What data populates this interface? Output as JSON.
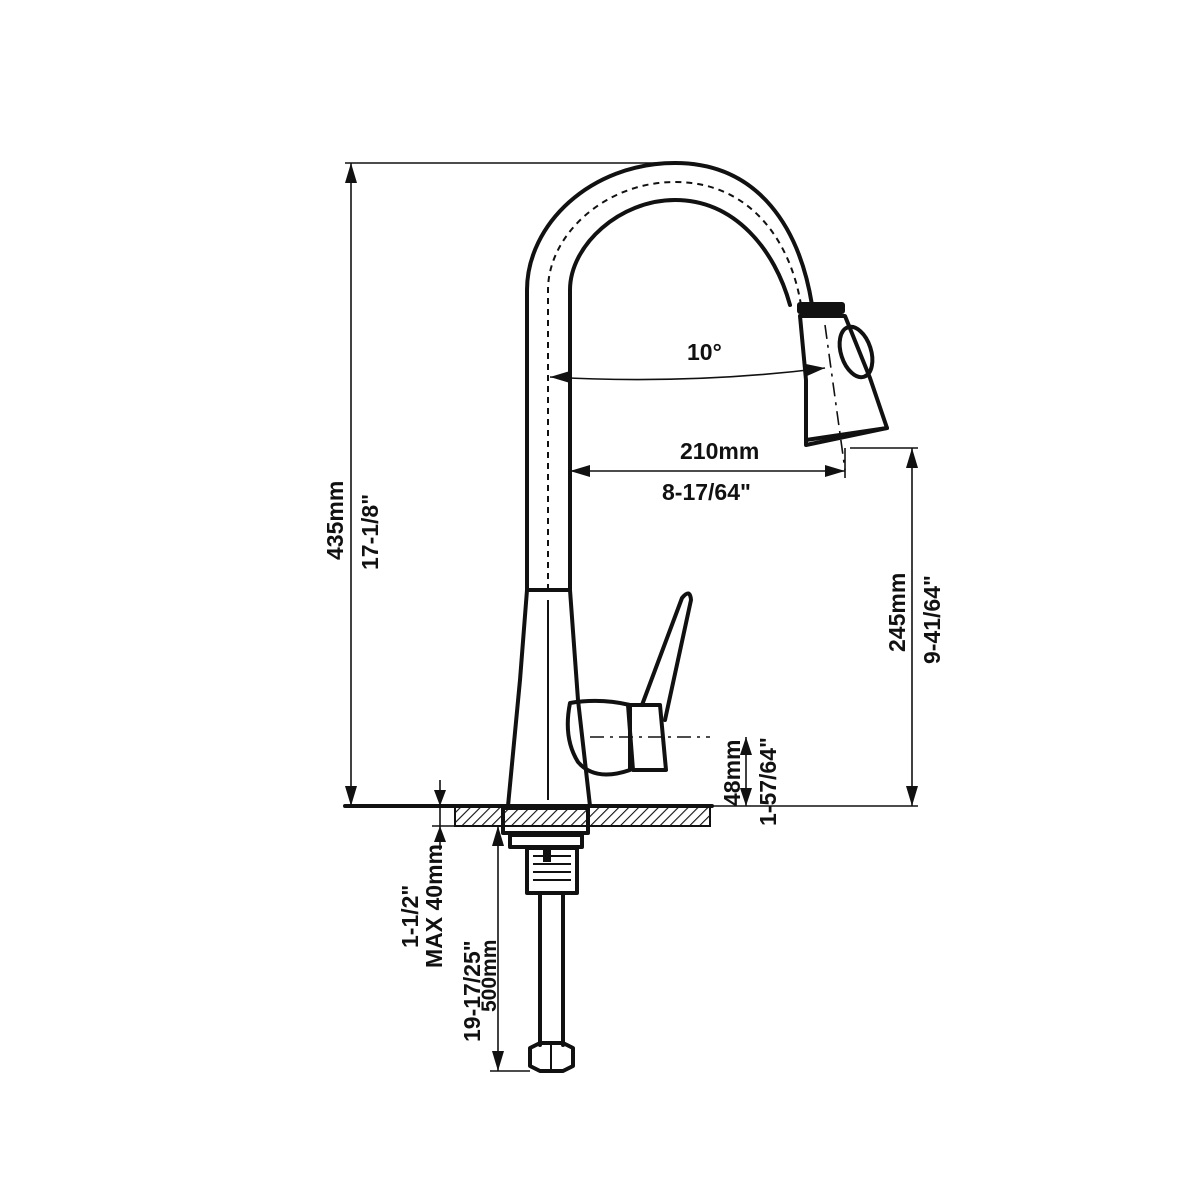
{
  "dimensions": {
    "total_height": {
      "metric": "435mm",
      "imperial": "17-1/8\""
    },
    "spout_angle": "10°",
    "spout_reach": {
      "metric": "210mm",
      "imperial": "8-17/64\""
    },
    "spout_height": {
      "metric": "245mm",
      "imperial": "9-41/64\""
    },
    "handle_height": {
      "metric": "48mm",
      "imperial": "1-57/64\""
    },
    "max_deck_thickness": {
      "metric": "MAX 40mm",
      "imperial": "1-1/2\""
    },
    "hose_length": {
      "metric": "500mm",
      "imperial": "19-17/25\""
    }
  }
}
